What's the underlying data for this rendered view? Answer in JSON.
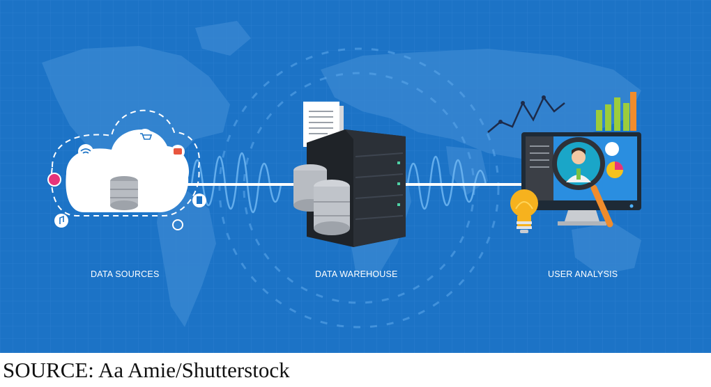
{
  "stages": [
    {
      "id": "sources",
      "label": "DATA SOURCES"
    },
    {
      "id": "warehouse",
      "label": "DATA WAREHOUSE"
    },
    {
      "id": "analysis",
      "label": "USER ANALYSIS"
    }
  ],
  "caption": "SOURCE: Aa Amie/Shutterstock",
  "colors": {
    "background": "#1c73c6",
    "grid": "#3a8ad6",
    "map": "#3a88d2",
    "cloud": "#ffffff",
    "server": "#1f2328",
    "disk": "#b8bcc2",
    "bulb": "#f6b21e",
    "monitor_frame": "#1e2a36",
    "screen": "#2a8ee0"
  },
  "icons": [
    "database-icon",
    "wifi-icon",
    "cart-icon",
    "chat-icon",
    "music-icon",
    "document-icon",
    "server-icon",
    "document-stack-icon",
    "monitor-icon",
    "magnifier-icon",
    "user-icon",
    "lightbulb-icon",
    "bar-chart-icon",
    "line-chart-icon",
    "pie-chart-icon"
  ]
}
